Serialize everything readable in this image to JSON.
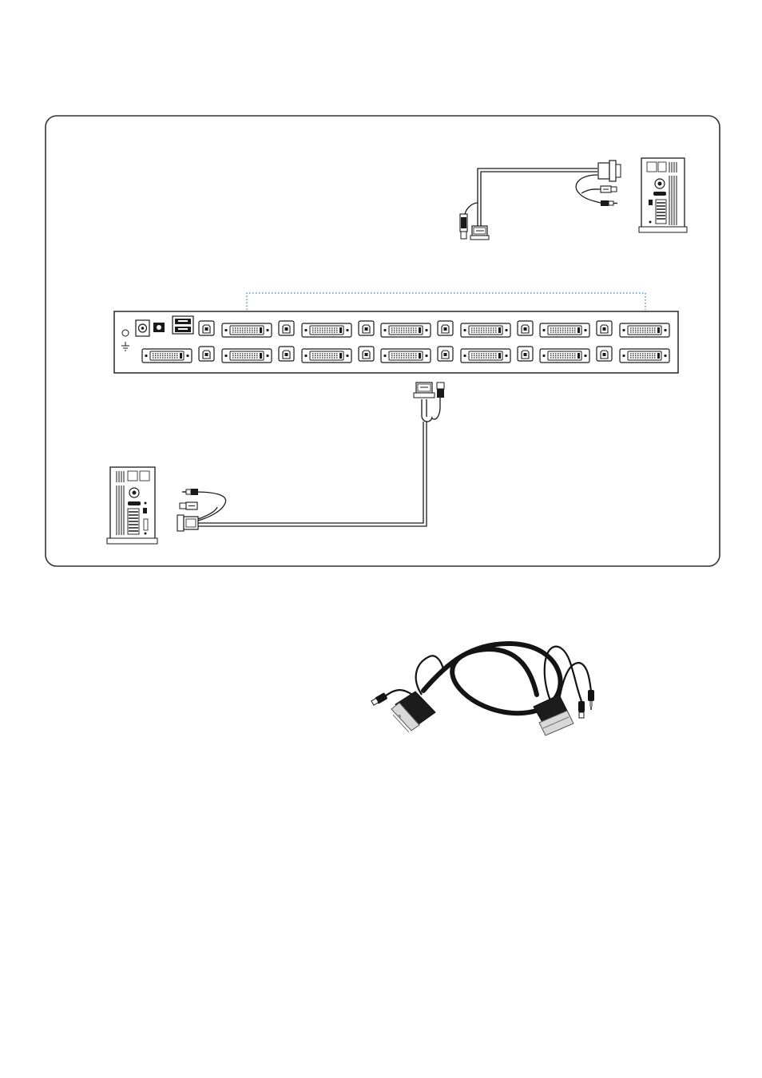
{
  "figure": {
    "kind": "kvm-connection-diagram",
    "panel": "connection-panel",
    "kvm_switch": {
      "name": "kvm-switch-rear-panel",
      "port_columns": 6,
      "port_rows": 2,
      "console_port": "dvi-console-port",
      "power_port": "power-jack",
      "usb_console_ports": 2
    },
    "computers": [
      {
        "name": "computer-top-right",
        "connected_via": "dvi-usb-audio-cable-top"
      },
      {
        "name": "computer-bottom-left",
        "connected_via": "dvi-usb-audio-cable-bottom"
      }
    ],
    "daisy_chain_line": {
      "style": "dotted",
      "color": "#3a7fc1"
    },
    "cable_photo": {
      "name": "kvm-cable-photo",
      "ends": [
        "dvi-plug",
        "usb-plug",
        "audio-plug"
      ]
    }
  },
  "colors": {
    "stroke": "#1a1a1a",
    "panel_border": "#333333",
    "dotted_line": "#3a7fc1",
    "cable_photo": "#141414"
  }
}
